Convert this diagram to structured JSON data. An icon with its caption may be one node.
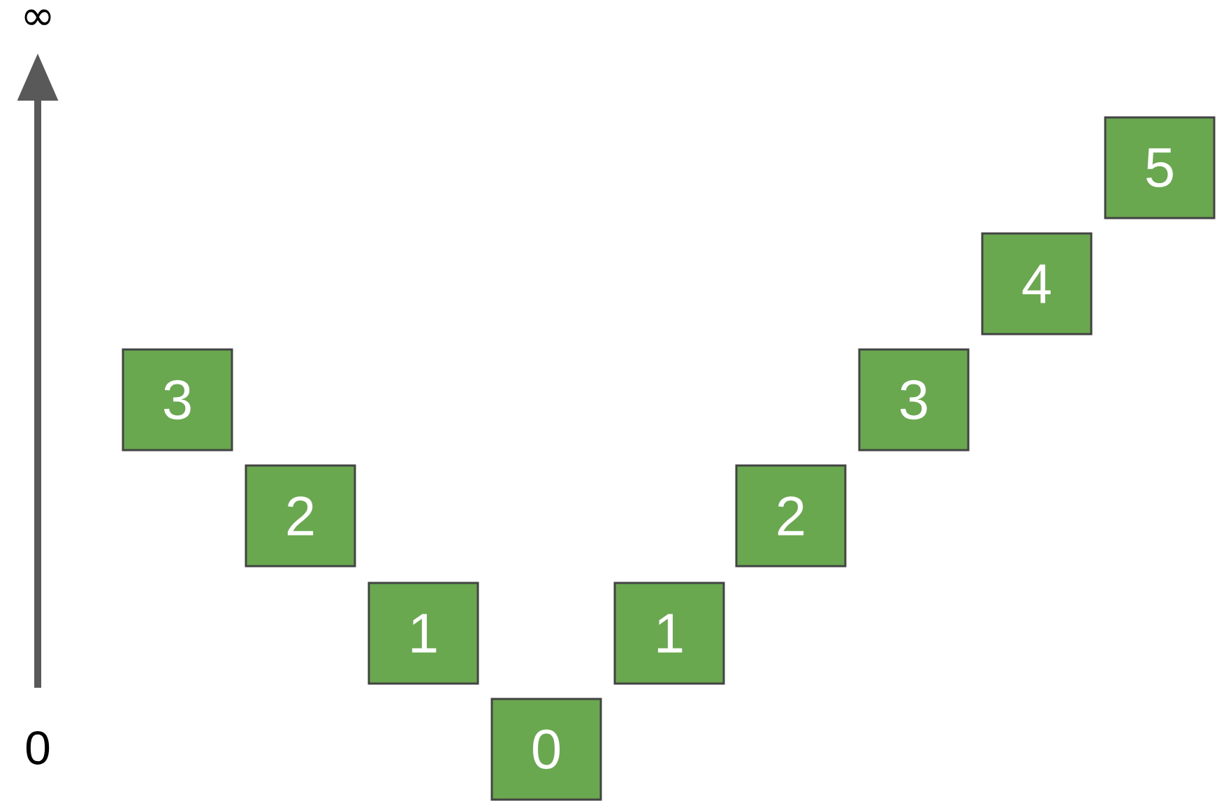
{
  "diagram": {
    "nodes": [
      {
        "text": [
          "3"
        ]
      },
      {
        "text": [
          "2"
        ]
      },
      {
        "text": [
          "1"
        ]
      },
      {
        "text": [
          "0"
        ]
      },
      {
        "text": [
          "1"
        ]
      },
      {
        "text": [
          "2"
        ]
      },
      {
        "text": [
          "3"
        ]
      },
      {
        "text": [
          "4"
        ]
      },
      {
        "text": [
          "5"
        ]
      }
    ],
    "labels": [
      "∞",
      "0"
    ]
  }
}
